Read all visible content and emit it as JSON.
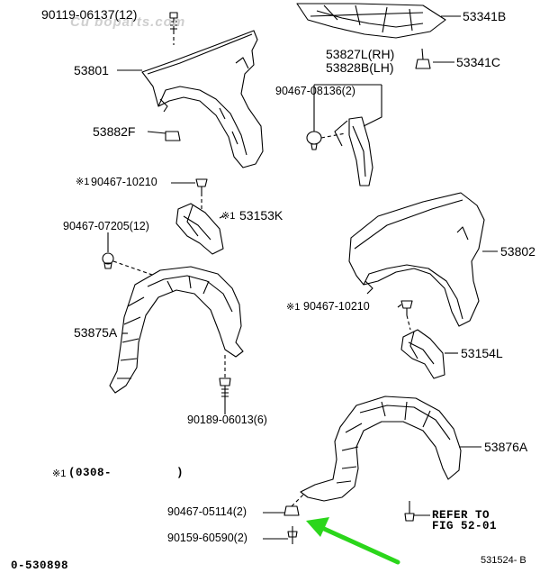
{
  "watermark": "Cu boparts.com",
  "labels": {
    "p90119": "90119-06137(12)",
    "p53341B": "53341B",
    "p53801": "53801",
    "p53827": "53827L(RH)",
    "p53828": "53828B(LH)",
    "p53341C": "53341C",
    "p90467_08136": "90467-08136(2)",
    "p53882F": "53882F",
    "p90467_10210_a": "90467-10210",
    "p53153K": "53153K",
    "p90467_07205": "90467-07205(12)",
    "p53802": "53802",
    "p53875A": "53875A",
    "p90467_10210_b": "90467-10210",
    "p53154L": "53154L",
    "p90189": "90189-06013(6)",
    "p53876A": "53876A",
    "note": "(0308-         )",
    "p90467_05114": "90467-05114(2)",
    "refer1": "REFER TO",
    "refer2": "FIG 52-01",
    "p90159": "90159-60590(2)",
    "bottom_left": "0-530898",
    "bottom_right": "531524- B"
  },
  "marker": "※1",
  "colors": {
    "arrow": "#2bd61b",
    "line": "#000000"
  }
}
